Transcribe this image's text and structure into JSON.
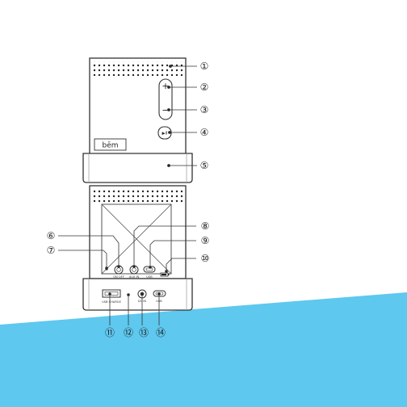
{
  "figure": {
    "brand_logo": "bēm",
    "front_view": {
      "plus_symbol": "+",
      "minus_symbol": "−",
      "play_label": "▶II"
    },
    "back_view": {
      "port_labels": {
        "on_off": "ON OFF",
        "aux_in": "AUX IN",
        "usb": "USB",
        "usb_charge": "USB CHARGE",
        "dc_in": "DC IN"
      }
    },
    "callouts": [
      "①",
      "②",
      "③",
      "④",
      "⑤",
      "⑥",
      "⑦",
      "⑧",
      "⑨",
      "⑩",
      "⑪",
      "⑫",
      "⑬",
      "⑭"
    ]
  },
  "colors": {
    "outline": "#333333",
    "band": "#5ec8ef",
    "background": "#ffffff"
  }
}
